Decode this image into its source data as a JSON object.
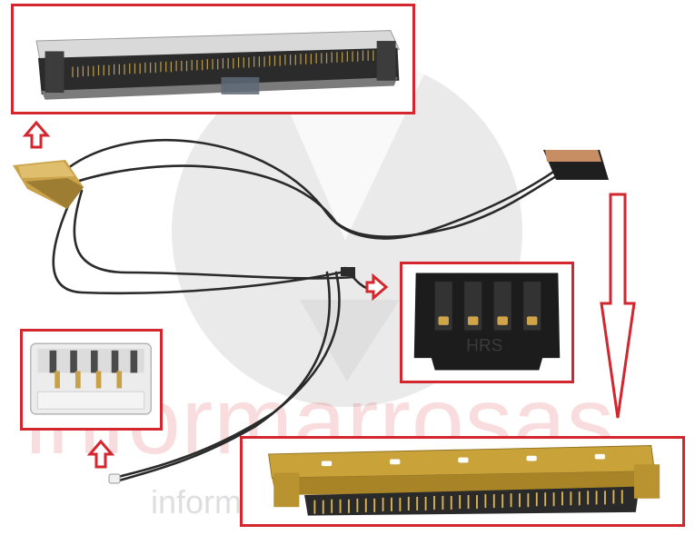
{
  "watermark": {
    "brand": "informarrosas",
    "tagline": "informatica"
  },
  "component_marking": "HRS",
  "colors": {
    "frame": "#d3262e",
    "cable": "#2a2a2a",
    "gold": "#c9a23a",
    "connector_dark": "#1c1c1c",
    "connector_light": "#e9e9e9"
  },
  "icons": [
    "arrow-up-icon",
    "arrow-up-icon",
    "arrow-right-icon",
    "arrow-down-icon"
  ]
}
